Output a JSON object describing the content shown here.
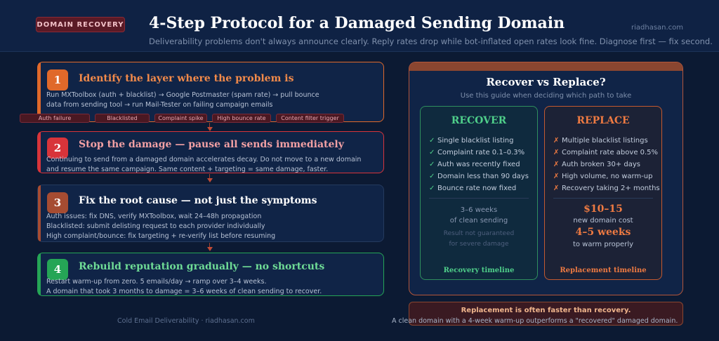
{
  "header": {
    "badge": "DOMAIN RECOVERY",
    "title": "4-Step Protocol for a Damaged Sending Domain",
    "site": "riadhasan.com",
    "subtitle": "Deliverability problems don't always announce clearly. Reply rates drop while bot-inflated open rates look fine. Diagnose first — fix second."
  },
  "steps": [
    {
      "number": "1",
      "title": "Identify the layer where the problem is",
      "lines": [
        "Run MXToolbox (auth + blacklist) → Google Postmaster (spam rate) → pull bounce",
        "data from sending tool → run Mail-Tester on failing campaign emails"
      ],
      "tags": [
        "Auth failure",
        "Blacklisted",
        "Complaint spike",
        "High bounce rate",
        "Content filter trigger"
      ]
    },
    {
      "number": "2",
      "title": "Stop the damage — pause all sends immediately",
      "lines": [
        "Continuing to send from a damaged domain accelerates decay. Do not move to a new domain",
        "and resume the same campaign. Same content + targeting = same damage, faster."
      ]
    },
    {
      "number": "3",
      "title": "Fix the root cause — not just the symptoms",
      "lines": [
        "Auth issues: fix DNS, verify MXToolbox, wait 24–48h propagation",
        "Blacklisted: submit delisting request to each provider individually",
        "High complaint/bounce: fix targeting + re-verify list before resuming"
      ]
    },
    {
      "number": "4",
      "title": "Rebuild reputation gradually — no shortcuts",
      "lines": [
        "Restart warm-up from zero. 5 emails/day → ramp over 3–4 weeks.",
        "A domain that took 3 months to damage = 3–6 weeks of clean sending to recover."
      ]
    }
  ],
  "footer": "Cold Email Deliverability · riadhasan.com",
  "panel": {
    "title": "Recover vs Replace?",
    "subtitle": "Use this guide when deciding which path to take",
    "recover": {
      "heading": "RECOVER",
      "mark": "✓",
      "items": [
        "Single blacklist listing",
        "Complaint rate 0.1–0.3%",
        "Auth was recently fixed",
        "Domain less than 90 days",
        "Bounce rate now fixed"
      ],
      "time_line1": "3–6 weeks",
      "time_line2": "of clean sending",
      "note_line1": "Result not guaranteed",
      "note_line2": "for severe damage",
      "label": "Recovery timeline"
    },
    "replace": {
      "heading": "REPLACE",
      "mark": "✗",
      "items": [
        "Multiple blacklist listings",
        "Complaint rate above 0.5%",
        "Auth broken 30+ days",
        "High volume, no warm-up",
        "Recovery taking 2+ months"
      ],
      "cost": "$10–15",
      "cost_label": "new domain cost",
      "time": "4–5 weeks",
      "time_label": "to warm properly",
      "label": "Replacement timeline"
    }
  },
  "callout": {
    "main": "Replacement is often faster than recovery.",
    "sub": "A clean domain with a 4-week warm-up outperforms a \"recovered\" damaged domain."
  },
  "colors": {
    "step1": "#e0692a",
    "step2": "#d8343a",
    "step3": "#a64c32",
    "step4": "#25a556",
    "recover": "#4fcf8a",
    "replace": "#ee7a42"
  }
}
